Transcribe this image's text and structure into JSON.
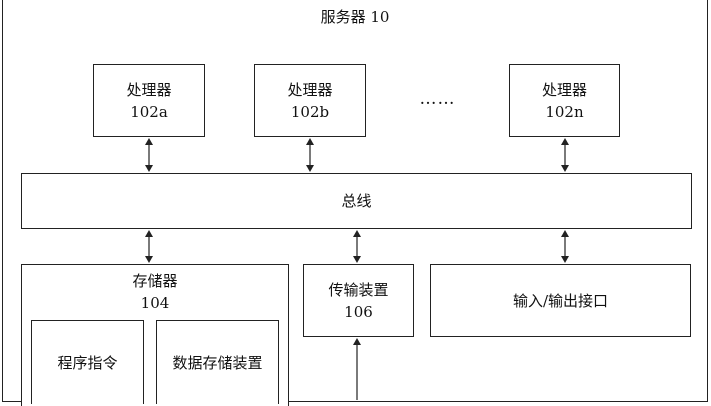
{
  "server": {
    "title": "服务器 10"
  },
  "processors": [
    {
      "label": "处理器",
      "id": "102a"
    },
    {
      "label": "处理器",
      "id": "102b"
    },
    {
      "label": "处理器",
      "id": "102n"
    }
  ],
  "ellipsis": "……",
  "bus": {
    "label": "总线"
  },
  "storage": {
    "label": "存储器",
    "id": "104",
    "program": "程序指令",
    "data": "数据存储装置"
  },
  "transfer": {
    "label": "传输装置",
    "id": "106"
  },
  "io": {
    "label": "输入/输出接口"
  }
}
